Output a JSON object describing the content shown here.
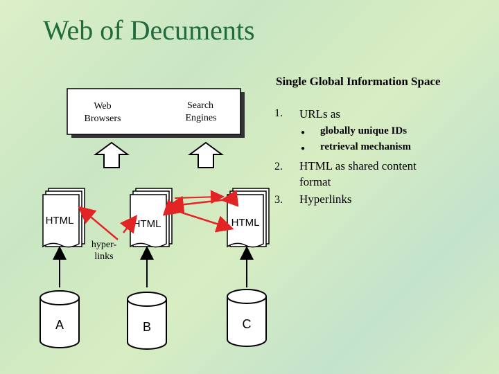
{
  "slide": {
    "title": "Web of Decuments",
    "subtitle": "Single Global Information Space"
  },
  "list": {
    "items": [
      {
        "number": "1.",
        "text": "URLs as",
        "subitems": [
          "globally unique IDs",
          "retrieval mechanism"
        ]
      },
      {
        "number": "2.",
        "text": "HTML as shared content",
        "text_cont": "format"
      },
      {
        "number": "3.",
        "text": "Hyperlinks"
      }
    ]
  },
  "diagram": {
    "box_left": [
      "Web",
      "Browsers"
    ],
    "box_right": [
      "Search",
      "Engines"
    ],
    "doc_label": "HTML",
    "hyperlinks_label": [
      "hyper-",
      "links"
    ],
    "databases": [
      "A",
      "B",
      "C"
    ],
    "colors": {
      "arrow_red": "#e32424",
      "box_fill": "#ffffff"
    }
  }
}
